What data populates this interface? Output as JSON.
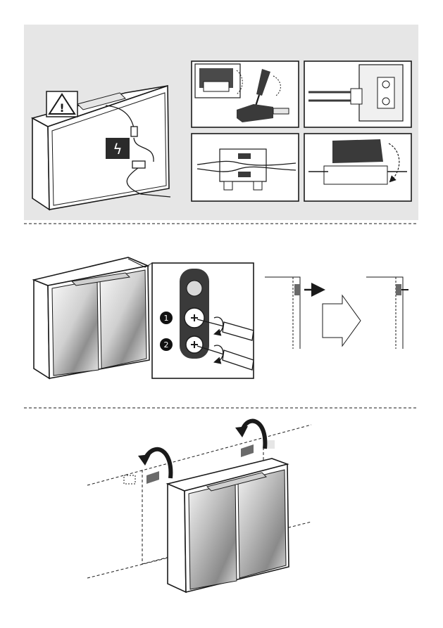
{
  "step": {
    "number": ""
  },
  "panel1": {
    "warning_symbol": "!",
    "power_symbol": "ϟ",
    "background": "#e6e6e6"
  },
  "panel2": {
    "callouts": [
      "1",
      "2"
    ]
  },
  "colors": {
    "line": "#1a1a1a",
    "panel_gray": "#e6e6e6",
    "dark_part": "#3a3a3a",
    "mirror_light": "#f7f7f7",
    "mirror_dark": "#9a9a9a"
  }
}
